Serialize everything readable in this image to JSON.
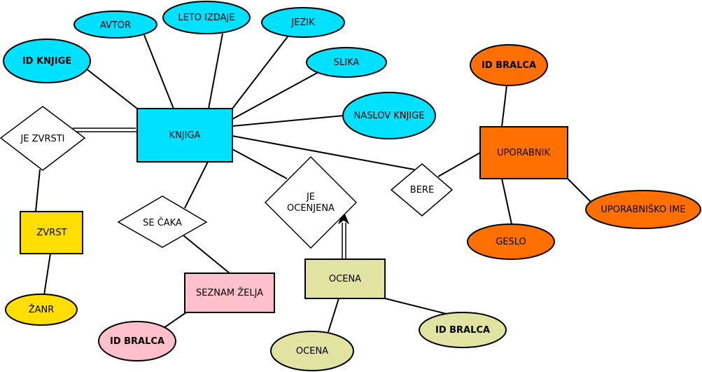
{
  "colors": {
    "book": "#00e0ff",
    "reader": "#ff7000",
    "genre": "#ffde00",
    "wishlist": "#ffc0cb",
    "rating": "#e0e4a0",
    "stroke": "#000000",
    "relationship": "#ffffff"
  },
  "entities": {
    "knjiga": "KNJIGA",
    "uporabnik": "UPORABNIK",
    "zvrst": "ZVRST",
    "seznam_zelja": "SEZNAM ŽELJA",
    "ocena": "OCENA"
  },
  "attributes": {
    "id_knjige": "ID KNJIGE",
    "avtor": "AVTOR",
    "leto_izdaje": "LETO IZDAJE",
    "jezik": "JEZIK",
    "slika": "SLIKA",
    "naslov_knjige": "NASLOV KNJIGE",
    "id_bralca_uporabnik": "ID BRALCA",
    "uporabnisko_ime": "UPORABNIŠKO IME",
    "geslo": "GESLO",
    "zanr": "ŽANR",
    "id_bralca_seznam": "ID BRALCA",
    "ocena_value": "OCENA",
    "id_bralca_ocena": "ID BRALCA"
  },
  "relationships": {
    "je_zvrsti": "JE ZVRSTI",
    "se_caka": "SE ČAKA",
    "je_ocenjena_line1": "JE",
    "je_ocenjena_line2": "OCENJENA",
    "bere": "BERE"
  }
}
